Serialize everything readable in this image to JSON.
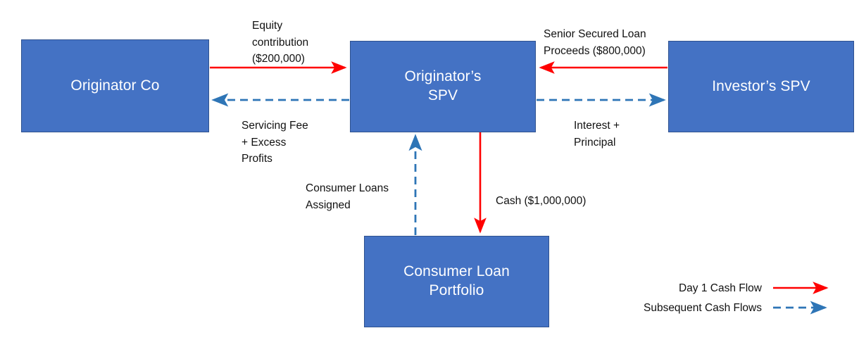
{
  "diagram": {
    "title_present": false,
    "colors": {
      "box_fill": "#4472C4",
      "box_border": "#2F528F",
      "box_text": "#FFFFFF",
      "day1_flow": "#FF0000",
      "subsequent_flow": "#2E75B6",
      "label_text": "#111111",
      "background": "#FFFFFF"
    },
    "nodes": [
      {
        "id": "originator-co",
        "label": "Originator Co",
        "lines": [
          "Originator Co"
        ]
      },
      {
        "id": "originators-spv",
        "label": "Originator’s SPV",
        "lines": [
          "Originator’s",
          "SPV"
        ]
      },
      {
        "id": "investors-spv",
        "label": "Investor’s SPV",
        "lines": [
          "Investor’s SPV"
        ]
      },
      {
        "id": "consumer-loan-portfolio",
        "label": "Consumer Loan Portfolio",
        "lines": [
          "Consumer Loan",
          "Portfolio"
        ]
      }
    ],
    "edges": [
      {
        "id": "equity-contribution",
        "label": "Equity\ncontribution\n($200,000)",
        "flow_type": "day1",
        "from": "originator-co",
        "to": "originators-spv",
        "amount": "$200,000"
      },
      {
        "id": "servicing-fee",
        "label": "Servicing Fee\n+ Excess\nProfits",
        "flow_type": "subsequent",
        "from": "originators-spv",
        "to": "originator-co",
        "amount": ""
      },
      {
        "id": "senior-secured-loan-proceeds",
        "label": "Senior Secured Loan\nProceeds ($800,000)",
        "flow_type": "day1",
        "from": "investors-spv",
        "to": "originators-spv",
        "amount": "$800,000"
      },
      {
        "id": "interest-principal",
        "label": "Interest +\nPrincipal",
        "flow_type": "subsequent",
        "from": "originators-spv",
        "to": "investors-spv",
        "amount": ""
      },
      {
        "id": "consumer-loans-assigned",
        "label": "Consumer Loans\nAssigned",
        "flow_type": "subsequent",
        "from": "consumer-loan-portfolio",
        "to": "originators-spv",
        "amount": ""
      },
      {
        "id": "cash-purchase",
        "label": "Cash ($1,000,000)",
        "flow_type": "day1",
        "from": "originators-spv",
        "to": "consumer-loan-portfolio",
        "amount": "$1,000,000"
      }
    ],
    "legend": {
      "items": [
        {
          "id": "day1",
          "label": "Day 1 Cash Flow",
          "style": "solid",
          "color": "#FF0000"
        },
        {
          "id": "subsequent",
          "label": "Subsequent Cash Flows",
          "style": "dashed",
          "color": "#2E75B6"
        }
      ]
    }
  }
}
